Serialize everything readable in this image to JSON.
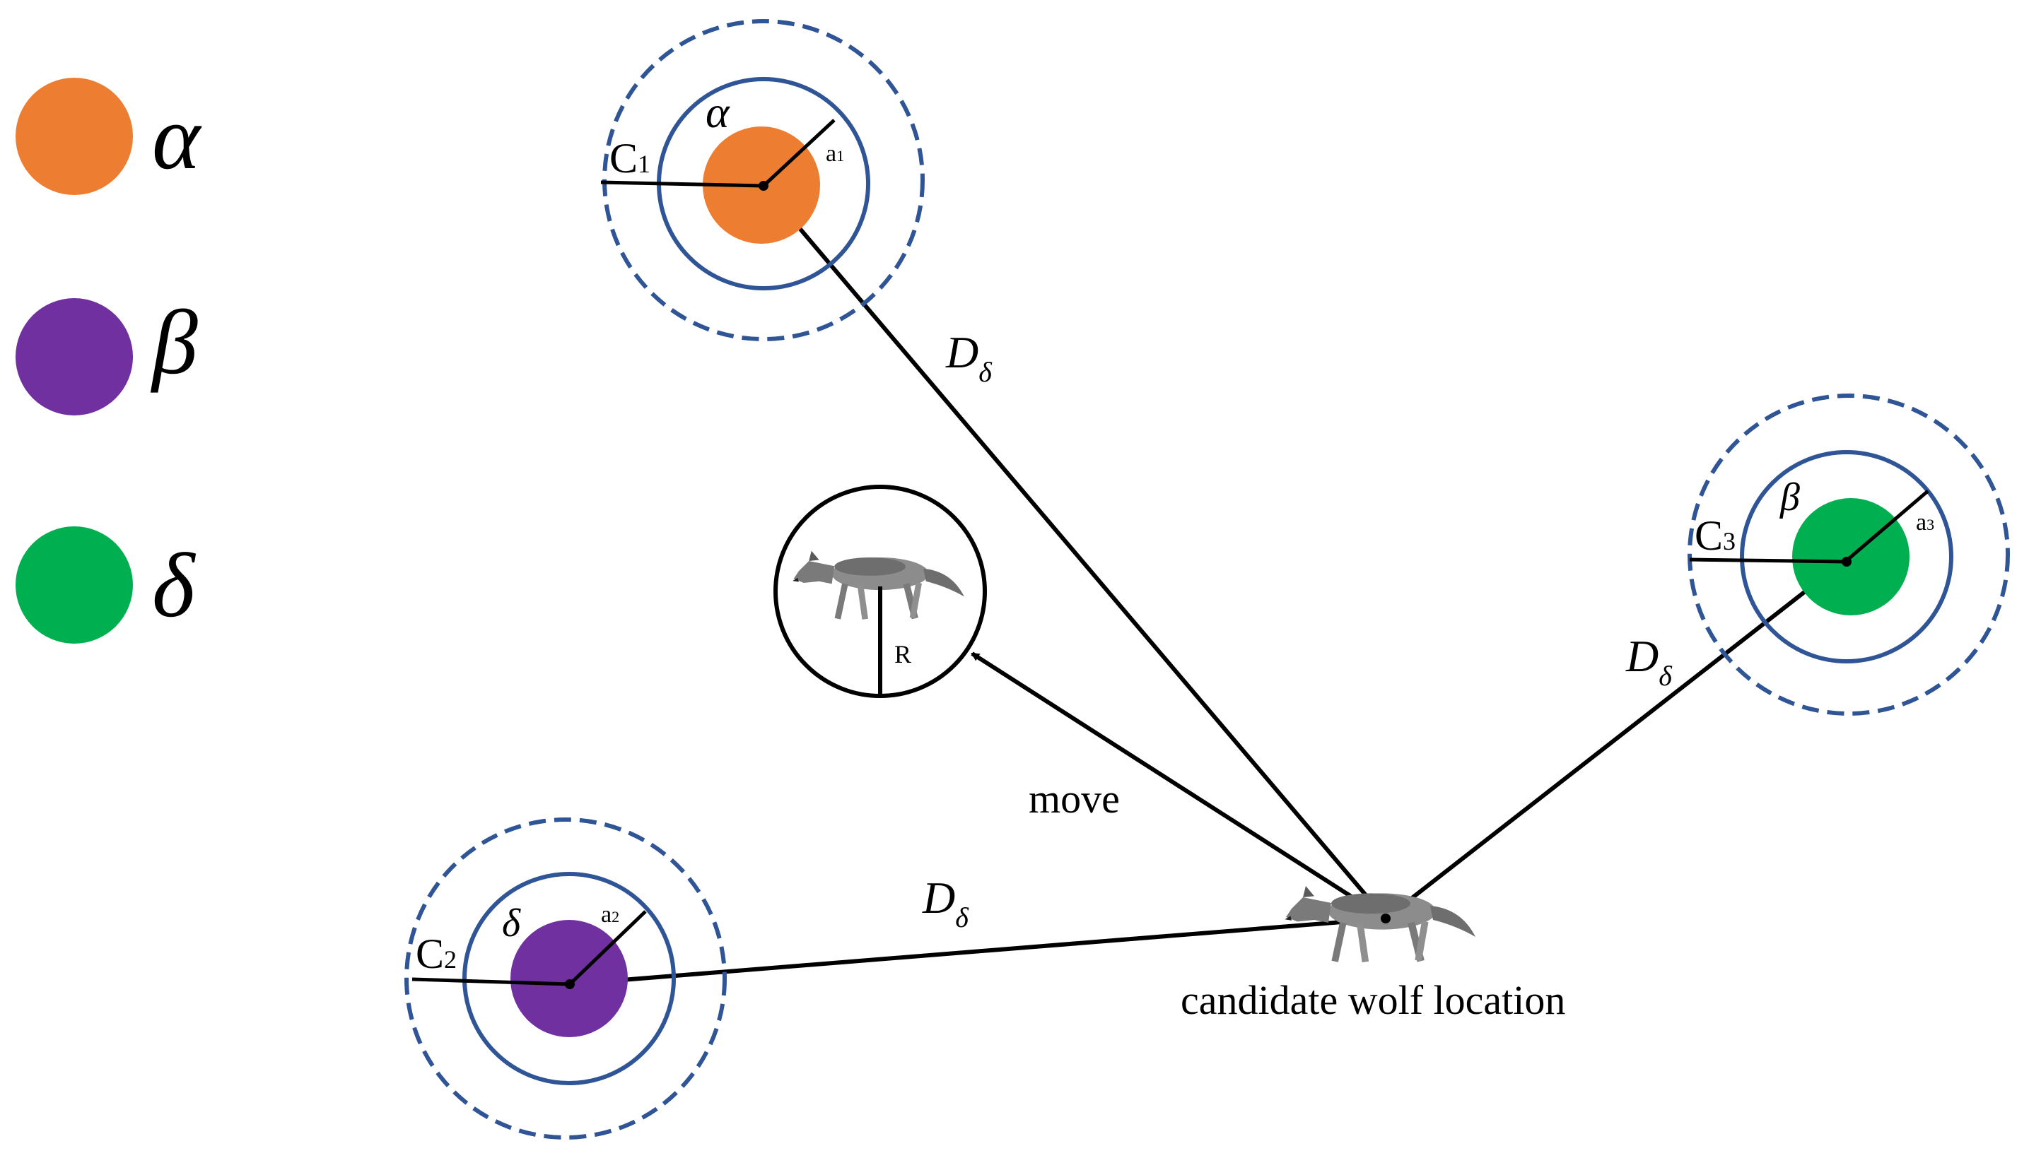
{
  "legend": {
    "items": [
      {
        "symbol": "α",
        "color": "#ED7D31"
      },
      {
        "symbol": "β",
        "color": "#7030A0"
      },
      {
        "symbol": "δ",
        "color": "#00B050"
      }
    ]
  },
  "colors": {
    "ring_solid": "#2F5597",
    "ring_dashed": "#2F5597",
    "line": "#000000",
    "wolf_fur": "#8c8c8c"
  },
  "leaders": {
    "alpha": {
      "greek": "α",
      "c_label": "C",
      "c_sub": "1",
      "a_label": "a",
      "a_sub": "1"
    },
    "beta_pos": {
      "greek": "δ",
      "c_label": "C",
      "c_sub": "2",
      "a_label": "a",
      "a_sub": "2"
    },
    "delta_pos": {
      "greek": "β",
      "c_label": "C",
      "c_sub": "3",
      "a_label": "a",
      "a_sub": "3"
    }
  },
  "distances": {
    "d_upper": {
      "main": "D",
      "sub": "δ"
    },
    "d_right": {
      "main": "D",
      "sub": "δ"
    },
    "d_lower": {
      "main": "D",
      "sub": "δ"
    }
  },
  "move_label": "move",
  "radius_label": "R",
  "candidate_label": "candidate wolf location"
}
